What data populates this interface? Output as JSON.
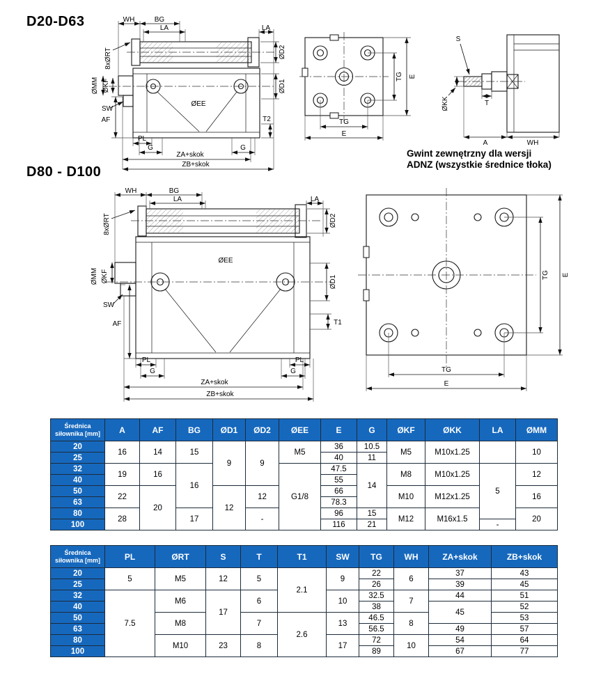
{
  "page": {
    "title_top": "D20-D63",
    "title_bottom": "D80 - D100"
  },
  "colors": {
    "table_header_bg": "#1668bd",
    "table_header_text": "#ffffff",
    "line_color": "#161616"
  },
  "drawing1": {
    "wh": "WH",
    "bg": "BG",
    "la_left": "LA",
    "la_right": "LA",
    "rt": "8xØRT",
    "d2": "ØD2",
    "d1": "ØD1",
    "mm": "ØMM",
    "kf": "ØKF",
    "sw": "SW",
    "af": "AF",
    "ee": "ØEE",
    "t2": "T2",
    "pl": "PL",
    "g_left": "G",
    "g_right": "G",
    "za": "ZA+skok",
    "zb": "ZB+skok"
  },
  "endview1": {
    "tg_side": "TG",
    "e_side": "E",
    "tg_bottom": "TG",
    "e_bottom": "E"
  },
  "thread_detail": {
    "s": "S",
    "kk": "ØKK",
    "t": "T",
    "a": "A",
    "wh": "WH",
    "caption_line1": "Gwint zewnętrzny dla wersji",
    "caption_line2": "ADNZ (wszystkie średnice tłoka)"
  },
  "drawing2": {
    "wh": "WH",
    "bg": "BG",
    "la_left": "LA",
    "la_right": "LA",
    "rt": "8xØRT",
    "d2": "ØD2",
    "d1": "ØD1",
    "mm": "ØMM",
    "kf": "ØKF",
    "sw": "SW",
    "af": "AF",
    "ee": "ØEE",
    "t1": "T1",
    "pl_left": "PL",
    "pl_right": "PL",
    "g_left": "G",
    "g_right": "G",
    "za": "ZA+skok",
    "zb": "ZB+skok"
  },
  "endview2": {
    "tg_side": "TG",
    "e_side": "E",
    "tg_bottom": "TG",
    "e_bottom": "E"
  },
  "table1": {
    "header": [
      "Średnica siłownika [mm]",
      "A",
      "AF",
      "BG",
      "ØD1",
      "ØD2",
      "ØEE",
      "E",
      "G",
      "ØKF",
      "ØKK",
      "LA",
      "ØMM"
    ],
    "rows": [
      {
        "label": "20",
        "cells": [
          {
            "t": "16",
            "rs": 2
          },
          {
            "t": "14",
            "rs": 2
          },
          {
            "t": "15",
            "rs": 2
          },
          {
            "t": "9",
            "rs": 4
          },
          {
            "t": "9",
            "rs": 4
          },
          {
            "t": "M5",
            "rs": 2
          },
          {
            "t": "36"
          },
          {
            "t": "10.5"
          },
          {
            "t": "M5",
            "rs": 2
          },
          {
            "t": "M10x1.25",
            "rs": 2
          },
          {
            "t": "",
            "rs": 2
          },
          {
            "t": "10",
            "rs": 2
          }
        ]
      },
      {
        "label": "25",
        "cells": [
          {
            "t": "40"
          },
          {
            "t": "11"
          }
        ]
      },
      {
        "label": "32",
        "cells": [
          {
            "t": "19",
            "rs": 2
          },
          {
            "t": "16",
            "rs": 2
          },
          {
            "t": "16",
            "rs": 4
          },
          {
            "t": "G1/8",
            "rs": 6
          },
          {
            "t": "47.5"
          },
          {
            "t": "14",
            "rs": 4
          },
          {
            "t": "M8",
            "rs": 2
          },
          {
            "t": "M10x1.25",
            "rs": 2
          },
          {
            "t": "5",
            "rs": 5
          },
          {
            "t": "12",
            "rs": 2
          }
        ]
      },
      {
        "label": "40",
        "cells": [
          {
            "t": "55"
          }
        ]
      },
      {
        "label": "50",
        "cells": [
          {
            "t": "22",
            "rs": 2
          },
          {
            "t": "20",
            "rs": 4
          },
          {
            "t": "12",
            "rs": 4
          },
          {
            "t": "12",
            "rs": 2
          },
          {
            "t": "66"
          },
          {
            "t": "M10",
            "rs": 2
          },
          {
            "t": "M12x1.25",
            "rs": 2
          },
          {
            "t": "16",
            "rs": 2
          }
        ]
      },
      {
        "label": "63",
        "cells": [
          {
            "t": "78.3"
          }
        ]
      },
      {
        "label": "80",
        "cells": [
          {
            "t": "28",
            "rs": 2
          },
          {
            "t": "17",
            "rs": 2
          },
          {
            "t": "-",
            "rs": 2
          },
          {
            "t": "96"
          },
          {
            "t": "15"
          },
          {
            "t": "M12",
            "rs": 2
          },
          {
            "t": "M16x1.5",
            "rs": 2
          },
          {
            "t": "20",
            "rs": 2
          }
        ]
      },
      {
        "label": "100",
        "cells": [
          {
            "t": "116"
          },
          {
            "t": "21"
          },
          {
            "t": "-"
          }
        ]
      }
    ]
  },
  "table2": {
    "header": [
      "Średnica siłownika [mm]",
      "PL",
      "ØRT",
      "S",
      "T",
      "T1",
      "SW",
      "TG",
      "WH",
      "ZA+skok",
      "ZB+skok"
    ],
    "rows": [
      {
        "label": "20",
        "cells": [
          {
            "t": "5",
            "rs": 2
          },
          {
            "t": "M5",
            "rs": 2
          },
          {
            "t": "12",
            "rs": 2
          },
          {
            "t": "5",
            "rs": 2
          },
          {
            "t": "2.1",
            "rs": 4
          },
          {
            "t": "9",
            "rs": 2
          },
          {
            "t": "22"
          },
          {
            "t": "6",
            "rs": 2
          },
          {
            "t": "37"
          },
          {
            "t": "43"
          }
        ]
      },
      {
        "label": "25",
        "cells": [
          {
            "t": "26"
          },
          {
            "t": "39"
          },
          {
            "t": "45"
          }
        ]
      },
      {
        "label": "32",
        "cells": [
          {
            "t": "7.5",
            "rs": 6
          },
          {
            "t": "M6",
            "rs": 2
          },
          {
            "t": "17",
            "rs": 4
          },
          {
            "t": "6",
            "rs": 2
          },
          {
            "t": "10",
            "rs": 2
          },
          {
            "t": "32.5"
          },
          {
            "t": "7",
            "rs": 2
          },
          {
            "t": "44"
          },
          {
            "t": "51"
          }
        ]
      },
      {
        "label": "40",
        "cells": [
          {
            "t": "38"
          },
          {
            "t": "45",
            "rs": 2
          },
          {
            "t": "52"
          }
        ]
      },
      {
        "label": "50",
        "cells": [
          {
            "t": "M8",
            "rs": 2
          },
          {
            "t": "7",
            "rs": 2
          },
          {
            "t": "2.6",
            "rs": 4
          },
          {
            "t": "13",
            "rs": 2
          },
          {
            "t": "46.5"
          },
          {
            "t": "8",
            "rs": 2
          },
          {
            "t": "53"
          }
        ]
      },
      {
        "label": "63",
        "cells": [
          {
            "t": "56.5"
          },
          {
            "t": "49"
          },
          {
            "t": "57"
          }
        ]
      },
      {
        "label": "80",
        "cells": [
          {
            "t": "M10",
            "rs": 2
          },
          {
            "t": "23",
            "rs": 2
          },
          {
            "t": "8",
            "rs": 2
          },
          {
            "t": "17",
            "rs": 2
          },
          {
            "t": "72"
          },
          {
            "t": "10",
            "rs": 2
          },
          {
            "t": "54"
          },
          {
            "t": "64"
          }
        ]
      },
      {
        "label": "100",
        "cells": [
          {
            "t": "89"
          },
          {
            "t": "67"
          },
          {
            "t": "77"
          }
        ]
      }
    ]
  }
}
